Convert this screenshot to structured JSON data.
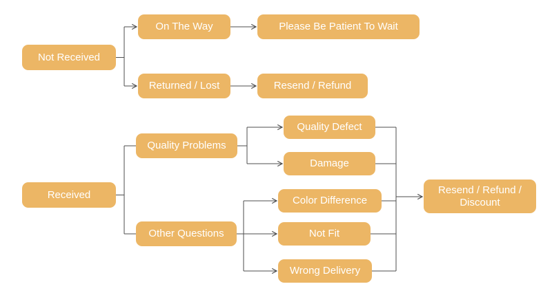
{
  "diagram_type": "flowchart",
  "colors": {
    "node_fill": "#ecb665",
    "node_text": "#ffffff",
    "connector": "#4d4d4d",
    "background": "#ffffff"
  },
  "nodes": {
    "not_received": {
      "label": "Not Received"
    },
    "on_the_way": {
      "label": "On The Way"
    },
    "please_be_patient": {
      "label": "Please Be Patient To Wait"
    },
    "returned_lost": {
      "label": "Returned / Lost"
    },
    "resend_refund": {
      "label": "Resend / Refund"
    },
    "received": {
      "label": "Received"
    },
    "quality_problems": {
      "label": "Quality Problems"
    },
    "other_questions": {
      "label": "Other Questions"
    },
    "quality_defect": {
      "label": "Quality Defect"
    },
    "damage": {
      "label": "Damage"
    },
    "color_difference": {
      "label": "Color Difference"
    },
    "not_fit": {
      "label": "Not Fit"
    },
    "wrong_delivery": {
      "label": "Wrong Delivery"
    },
    "resend_refund_discount": {
      "label": "Resend / Refund / Discount"
    }
  },
  "edges": [
    {
      "from": "Not Received",
      "to": "On The Way",
      "arrowhead": true
    },
    {
      "from": "Not Received",
      "to": "Returned / Lost",
      "arrowhead": true
    },
    {
      "from": "On The Way",
      "to": "Please Be Patient To Wait",
      "arrowhead": true
    },
    {
      "from": "Returned / Lost",
      "to": "Resend / Refund",
      "arrowhead": true
    },
    {
      "from": "Received",
      "to": "Quality Problems",
      "arrowhead": false
    },
    {
      "from": "Received",
      "to": "Other Questions",
      "arrowhead": false
    },
    {
      "from": "Quality Problems",
      "to": "Quality Defect",
      "arrowhead": true
    },
    {
      "from": "Quality Problems",
      "to": "Damage",
      "arrowhead": true
    },
    {
      "from": "Other Questions",
      "to": "Color Difference",
      "arrowhead": true
    },
    {
      "from": "Other Questions",
      "to": "Not Fit",
      "arrowhead": true
    },
    {
      "from": "Other Questions",
      "to": "Wrong Delivery",
      "arrowhead": true
    },
    {
      "from": "Quality Defect",
      "to": "Resend / Refund / Discount",
      "arrowhead": true
    },
    {
      "from": "Damage",
      "to": "Resend / Refund / Discount",
      "arrowhead": true
    },
    {
      "from": "Color Difference",
      "to": "Resend / Refund / Discount",
      "arrowhead": true
    },
    {
      "from": "Not Fit",
      "to": "Resend / Refund / Discount",
      "arrowhead": true
    },
    {
      "from": "Wrong Delivery",
      "to": "Resend / Refund / Discount",
      "arrowhead": true
    }
  ]
}
